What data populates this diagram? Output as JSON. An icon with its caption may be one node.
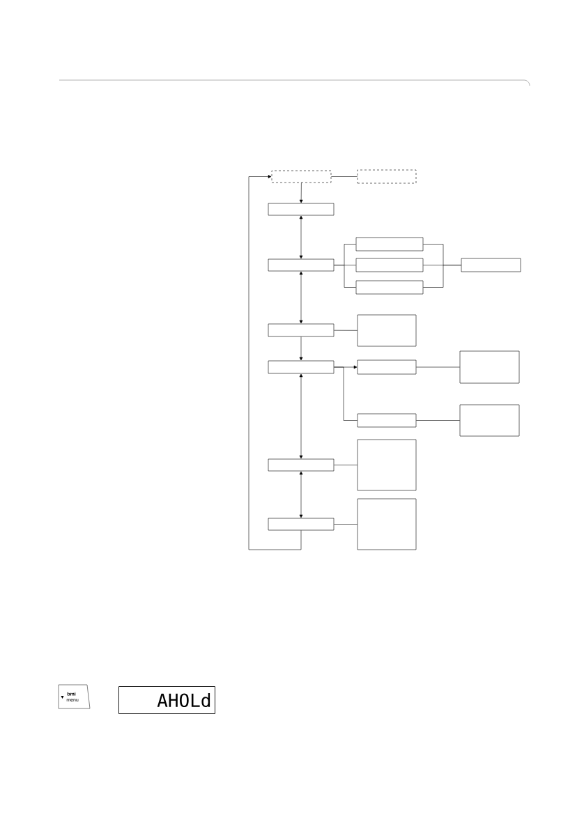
{
  "diagram": {
    "nodes": [
      {
        "text": [],
        "shape": "box"
      },
      {
        "text": [],
        "shape": "box"
      },
      {
        "text": [],
        "shape": "box"
      },
      {
        "text": [],
        "shape": "box"
      },
      {
        "text": [],
        "shape": "box"
      },
      {
        "text": [],
        "shape": "box"
      },
      {
        "text": [],
        "shape": "box"
      },
      {
        "text": [],
        "shape": "box"
      },
      {
        "text": [],
        "shape": "box"
      },
      {
        "text": [],
        "shape": "box"
      },
      {
        "text": [],
        "shape": "box"
      },
      {
        "text": [],
        "shape": "box"
      },
      {
        "text": [],
        "shape": "box"
      },
      {
        "text": [],
        "shape": "box"
      },
      {
        "text": [],
        "shape": "box"
      },
      {
        "text": [],
        "shape": "box"
      },
      {
        "text": [],
        "shape": "box"
      },
      {
        "text": [],
        "shape": "box"
      },
      {
        "text": [],
        "shape": "box"
      },
      {
        "text": [
          "bmi",
          "menu"
        ]
      },
      {
        "text": [
          "AHOLd"
        ]
      }
    ],
    "edges": [
      {
        "from": 0,
        "to": 2,
        "arrow": "to"
      },
      {
        "from": 0,
        "to": 1,
        "arrow": "none"
      },
      {
        "from": 2,
        "to": 4,
        "arrow": "both"
      },
      {
        "from": 4,
        "to": 3,
        "arrow": "none"
      },
      {
        "from": 4,
        "to": 5,
        "arrow": "none"
      },
      {
        "from": 4,
        "to": 6,
        "arrow": "none"
      },
      {
        "from": 3,
        "to": 7,
        "arrow": "none"
      },
      {
        "from": 5,
        "to": 7,
        "arrow": "none"
      },
      {
        "from": 6,
        "to": 7,
        "arrow": "none"
      },
      {
        "from": 4,
        "to": 8,
        "arrow": "both"
      },
      {
        "from": 8,
        "to": 9,
        "arrow": "none"
      },
      {
        "from": 8,
        "to": 10,
        "arrow": "to"
      },
      {
        "from": 10,
        "to": 11,
        "arrow": "to"
      },
      {
        "from": 10,
        "to": 13,
        "arrow": "none"
      },
      {
        "from": 11,
        "to": 12,
        "arrow": "none"
      },
      {
        "from": 13,
        "to": 14,
        "arrow": "none"
      },
      {
        "from": 10,
        "to": 15,
        "arrow": "both"
      },
      {
        "from": 15,
        "to": 16,
        "arrow": "none"
      },
      {
        "from": 15,
        "to": 17,
        "arrow": "both"
      },
      {
        "from": 17,
        "to": 18,
        "arrow": "none"
      },
      {
        "from": 17,
        "to": 0,
        "arrow": "to"
      }
    ]
  }
}
